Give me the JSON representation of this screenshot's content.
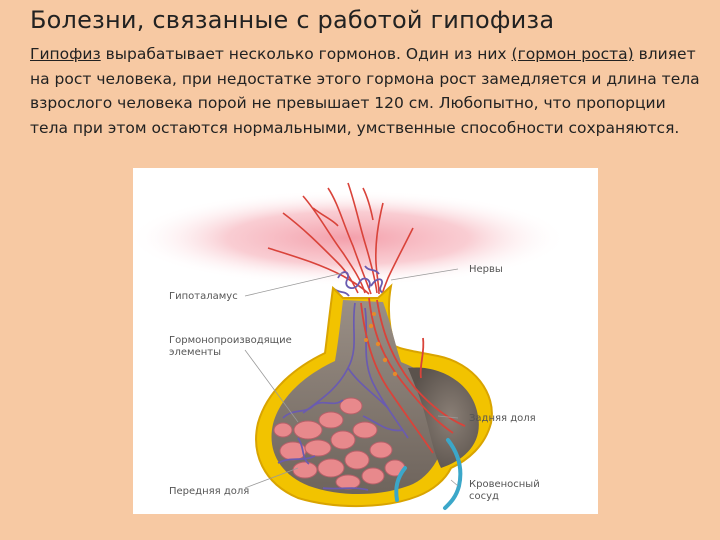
{
  "title": "Болезни, связанные с работой гипофиза",
  "paragraph": {
    "term": "Гипофиз",
    "part1": " вырабатывает несколько гормонов. Один из них ",
    "hormone": "(гормон роста)",
    "part2": " влияет на рост человека, при недостатке этого гормона рост замедляется и длина тела взрослого человека порой не превышает 120 см. Любопытно, что пропорции тела при этом остаются нормальными, умственные способности сохраняются."
  },
  "labels": {
    "nerves": "Нервы",
    "hypothalamus": "Гипоталамус",
    "hormone_elements_1": "Гормонопроизводящие",
    "hormone_elements_2": "элементы",
    "posterior_lobe": "Задняя доля",
    "blood_vessel_1": "Кровеносный",
    "blood_vessel_2": "сосуд",
    "anterior_lobe": "Передняя доля"
  },
  "colors": {
    "background": "#f7c9a3",
    "capsule": "#f2c300",
    "nerve": "#d9433a",
    "vessel": "#6a5bb0",
    "cells": "#e8898c",
    "blood_vessel": "#3ba7c9"
  }
}
